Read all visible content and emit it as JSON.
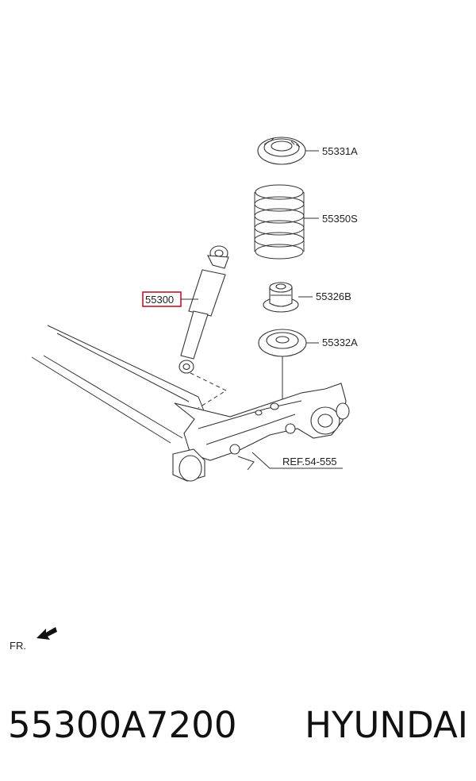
{
  "callouts": {
    "insulator_upper": "55331A",
    "coil_spring": "55350S",
    "shock_absorber": "55300",
    "bump_stopper": "55326B",
    "insulator_lower": "55332A",
    "reference": "REF.54-555"
  },
  "direction_label": "FR.",
  "caption": {
    "part_number": "55300A7200",
    "brand": "HYUNDAI"
  },
  "colors": {
    "highlight": "#c8102e",
    "line": "#333333"
  }
}
